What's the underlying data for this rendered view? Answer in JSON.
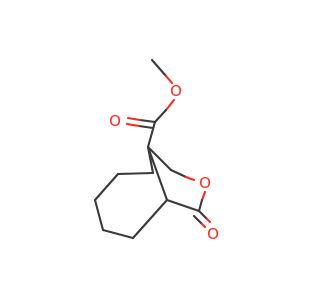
{
  "molecule": {
    "atom_labels": {
      "ester_carbonyl_o": "O",
      "ester_ether_o": "O",
      "ring_o": "O",
      "lactone_carbonyl_o": "O"
    },
    "colors": {
      "bond": "#3a3a3a",
      "oxygen": "#ff2a1a",
      "background": "#ffffff"
    }
  }
}
